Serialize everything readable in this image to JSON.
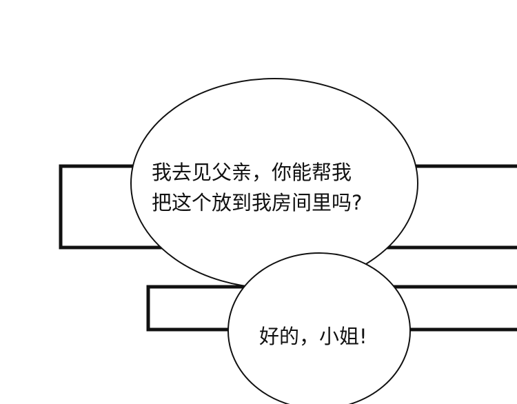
{
  "page": {
    "background_color": "#ffffff",
    "ink_color": "#111111"
  },
  "bubbles": [
    {
      "lines": [
        "我去见父亲，你能帮我",
        "把这个放到我房间里吗?"
      ]
    },
    {
      "text": "好的，小姐!"
    }
  ]
}
